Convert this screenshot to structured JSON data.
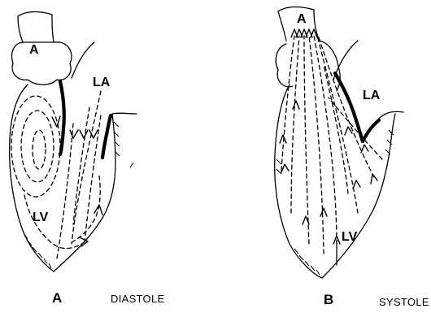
{
  "panel_a": {
    "letter": "A",
    "phase": "DIASTOLE",
    "labels": {
      "aorta": "A",
      "left_atrium": "LA",
      "left_ventricle": "LV"
    }
  },
  "panel_b": {
    "letter": "B",
    "phase": "SYSTOLE",
    "labels": {
      "aorta": "A",
      "left_atrium": "LA",
      "left_ventricle": "LV"
    }
  }
}
